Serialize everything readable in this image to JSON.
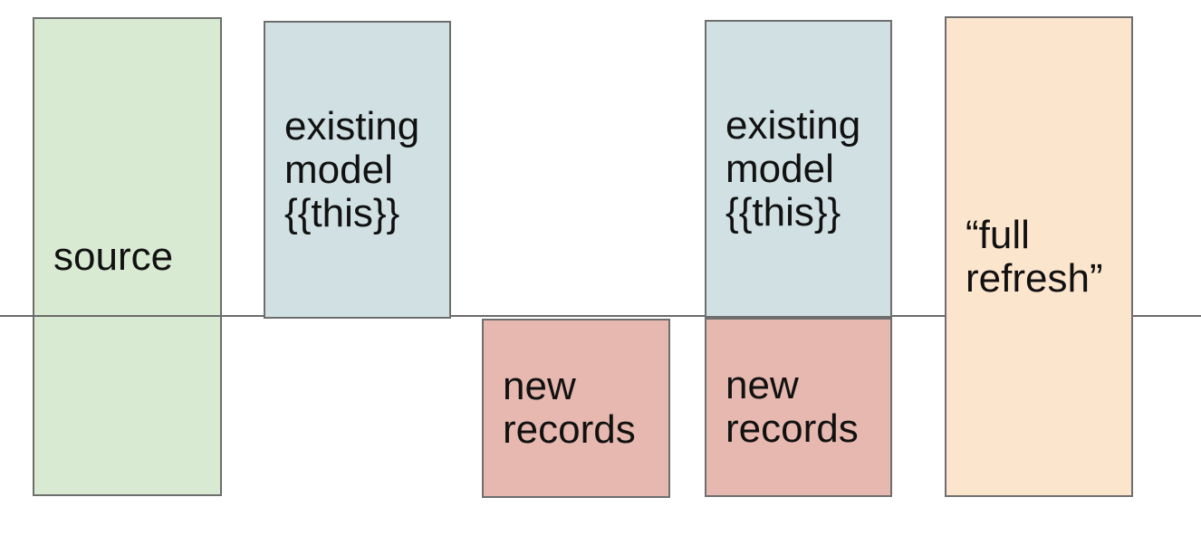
{
  "diagram": {
    "background": "#ffffff",
    "line_color": "#6b6b6b",
    "border_color": "#6e6e6e",
    "text_color": "#111111",
    "boxes": [
      {
        "id": "source",
        "label": "source",
        "fill": "#d9ead3"
      },
      {
        "id": "existing-model-left",
        "label": "existing model {{this}}",
        "fill": "#d0e0e3"
      },
      {
        "id": "new-records-left",
        "label": "new records",
        "fill": "#e6b8af"
      },
      {
        "id": "existing-model-right",
        "label": "existing model {{this}}",
        "fill": "#d0e0e3"
      },
      {
        "id": "new-records-right",
        "label": "new records",
        "fill": "#e6b8af"
      },
      {
        "id": "full-refresh",
        "label": "“full refresh”",
        "fill": "#fce5cd"
      }
    ]
  }
}
